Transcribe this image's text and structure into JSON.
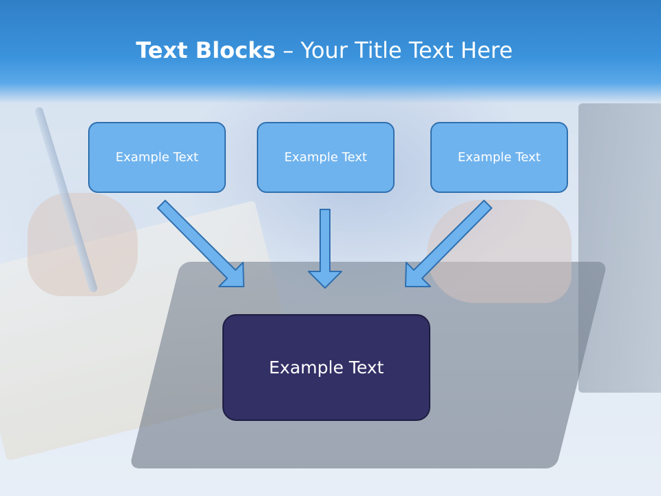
{
  "title": {
    "bold_part": "Text Blocks",
    "rest": " – Your Title Text Here"
  },
  "blocks": [
    {
      "text": "Example Text"
    },
    {
      "text": "Example Text"
    },
    {
      "text": "Example Text"
    }
  ],
  "main_block": {
    "text": "Example Text"
  },
  "colors": {
    "header": "#3b93dc",
    "small_block_fill": "#6fb3ee",
    "small_block_border": "#2f6fae",
    "main_block_fill": "#333066",
    "arrow_fill": "#6fb3ee"
  }
}
